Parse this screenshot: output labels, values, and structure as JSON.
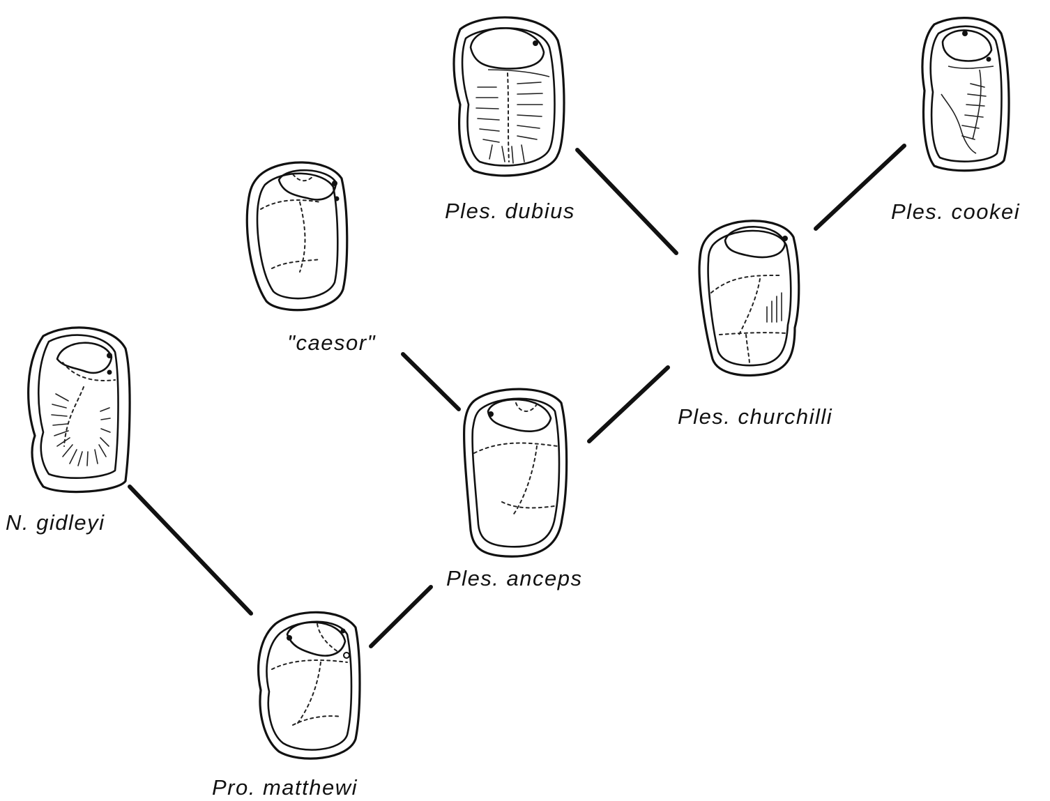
{
  "diagram": {
    "taxa": {
      "gidleyi": {
        "label": "N. gidleyi"
      },
      "matthewi": {
        "label": "Pro. matthewi"
      },
      "anceps": {
        "label": "Ples. anceps"
      },
      "caesor": {
        "label": "\"caesor\""
      },
      "dubius": {
        "label": "Ples. dubius"
      },
      "churchilli": {
        "label": "Ples. churchilli"
      },
      "cookei": {
        "label": "Ples. cookei"
      }
    },
    "links": [
      {
        "from": "gidleyi",
        "to": "matthewi"
      },
      {
        "from": "matthewi",
        "to": "anceps"
      },
      {
        "from": "caesor",
        "to": "anceps"
      },
      {
        "from": "anceps",
        "to": "churchilli"
      },
      {
        "from": "dubius",
        "to": "churchilli"
      },
      {
        "from": "cookei",
        "to": "churchilli"
      }
    ]
  }
}
